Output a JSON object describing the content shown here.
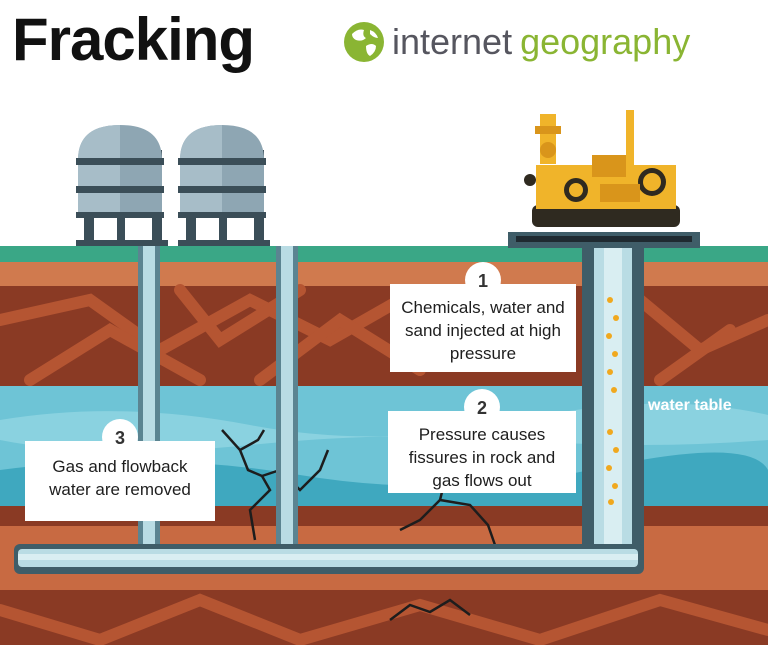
{
  "title": "Fracking",
  "brand": {
    "word1": "internet",
    "word2": "geography",
    "icon": "globe-icon"
  },
  "labels": {
    "water_table": "water table",
    "step1": {
      "number": "1",
      "text": "Chemicals, water and sand injected at high pressure"
    },
    "step2": {
      "number": "2",
      "text": "Pressure causes fissures in rock and gas flows out"
    },
    "step3": {
      "number": "3",
      "text": "Gas and flowback water are removed"
    }
  },
  "colors": {
    "grass": "#3aa786",
    "soil_top": "#d07a4e",
    "rock": "#8a3a24",
    "crack": "#b55532",
    "water": "#6ec4d6",
    "pipe": "#b9dce4",
    "rig": "#f0b42a",
    "tank": "#8ea6b3",
    "brand_green": "#8ab533",
    "brand_gray": "#56565f"
  }
}
